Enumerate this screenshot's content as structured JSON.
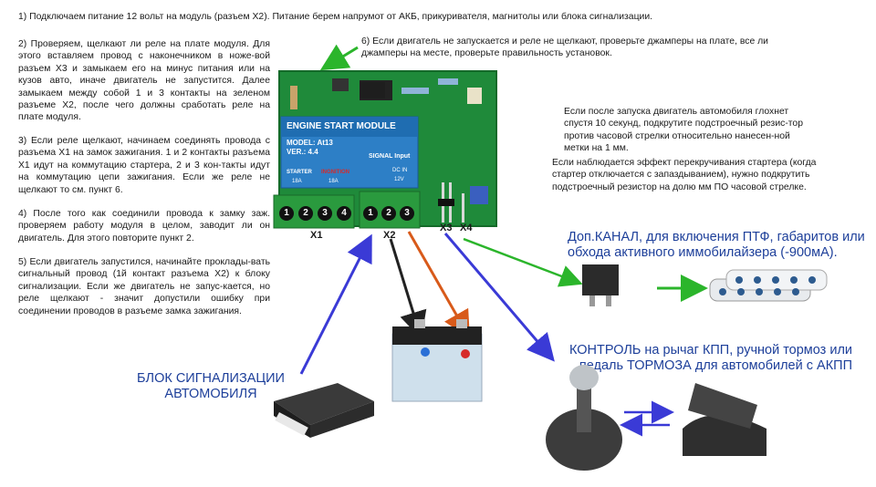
{
  "instructions": {
    "step1": "1) Подключаем питание 12 вольт на модуль (разъем Х2). Питание берем напрумот от АКБ, прикуривателя, магнитолы или блока сигнализации.",
    "step2": "2) Проверяем, щелкают ли реле на плате модуля. Для этого вставляем провод с наконечником в ноже-вой разъем Х3 и замыкаем его на минус питания или на кузов авто, иначе двигатель не запустится. Далее замыкаем между собой 1 и 3 контакты на зеленом разъеме Х2, после чего должны сработать реле на плате модуля.",
    "step3": "3) Если реле щелкают, начинаем соединять провода с разъема Х1 на замок зажигания. 1 и 2 контакты разъема Х1 идут на коммутацию стартера, 2 и 3 кон-такты идут на коммутацию цепи зажигания. Если же реле не щелкают то см. пункт 6.",
    "step4": "4) После того как соединили провода к замку заж. проверяем работу модуля в целом, заводит ли он двигатель. Для этого повторите пункт 2.",
    "step5": "5) Если двигатель запустился, начинайте проклады-вать сигнальный провод (1й контакт разъема Х2) к блоку сигнализации. Если же двигатель не запус-кается, но реле щелкают - значит допустили ошибку при соединении проводов в разъеме замка зажигания.",
    "step6": "6) Если двигатель не запускается и реле не щелкают, проверьте джамперы на плате, все ли джамперы на месте, проверьте правильность установок.",
    "note_stall": "Если после запуска двигатель автомобиля глохнет спустя 10 секунд, подкрутите подстроечный резис-тор против часовой стрелки относительно нанесен-ной метки на 1 мм.",
    "note_overcrank": "Если наблюдается эффект перекручивания стартера (когда стартер отключается с запаздыванием), нужно подкрутить подстроечный резистор на долю мм ПО часовой стрелке."
  },
  "module": {
    "title": "ENGINE START MODULE",
    "model": "MODEL: At13",
    "version": "VER.: 4.4",
    "starter": "STARTER",
    "ignition": "INGNITION",
    "amp_starter": "18A",
    "amp_ignition": "18A",
    "signal": "SIGNAL Input",
    "dc_in": "DC IN",
    "dc_volt": "12V",
    "x1_pins": [
      "1",
      "2",
      "3",
      "4"
    ],
    "x2_pins": [
      "1",
      "2",
      "3"
    ]
  },
  "connectors": {
    "x1": "X1",
    "x2": "X2",
    "x3": "X3",
    "x4": "X4"
  },
  "labels": {
    "alarm": "БЛОК СИГНАЛИЗАЦИИ АВТОМОБИЛЯ",
    "extra_channel": "Доп.КАНАЛ, для включения ПТФ, габаритов или обхода активного иммобилайзера (-900мА).",
    "control": "КОНТРОЛЬ на рычаг КПП, ручной тормоз или педаль ТОРМОЗА для автомобилей с АКПП"
  },
  "colors": {
    "board": "#1f8a3a",
    "label": "#2d7fc6",
    "link_blue": "#1d3f9a",
    "arrow_green": "#2bb52b",
    "arrow_blue": "#3a3ad6",
    "arrow_red": "#d85a1a"
  }
}
